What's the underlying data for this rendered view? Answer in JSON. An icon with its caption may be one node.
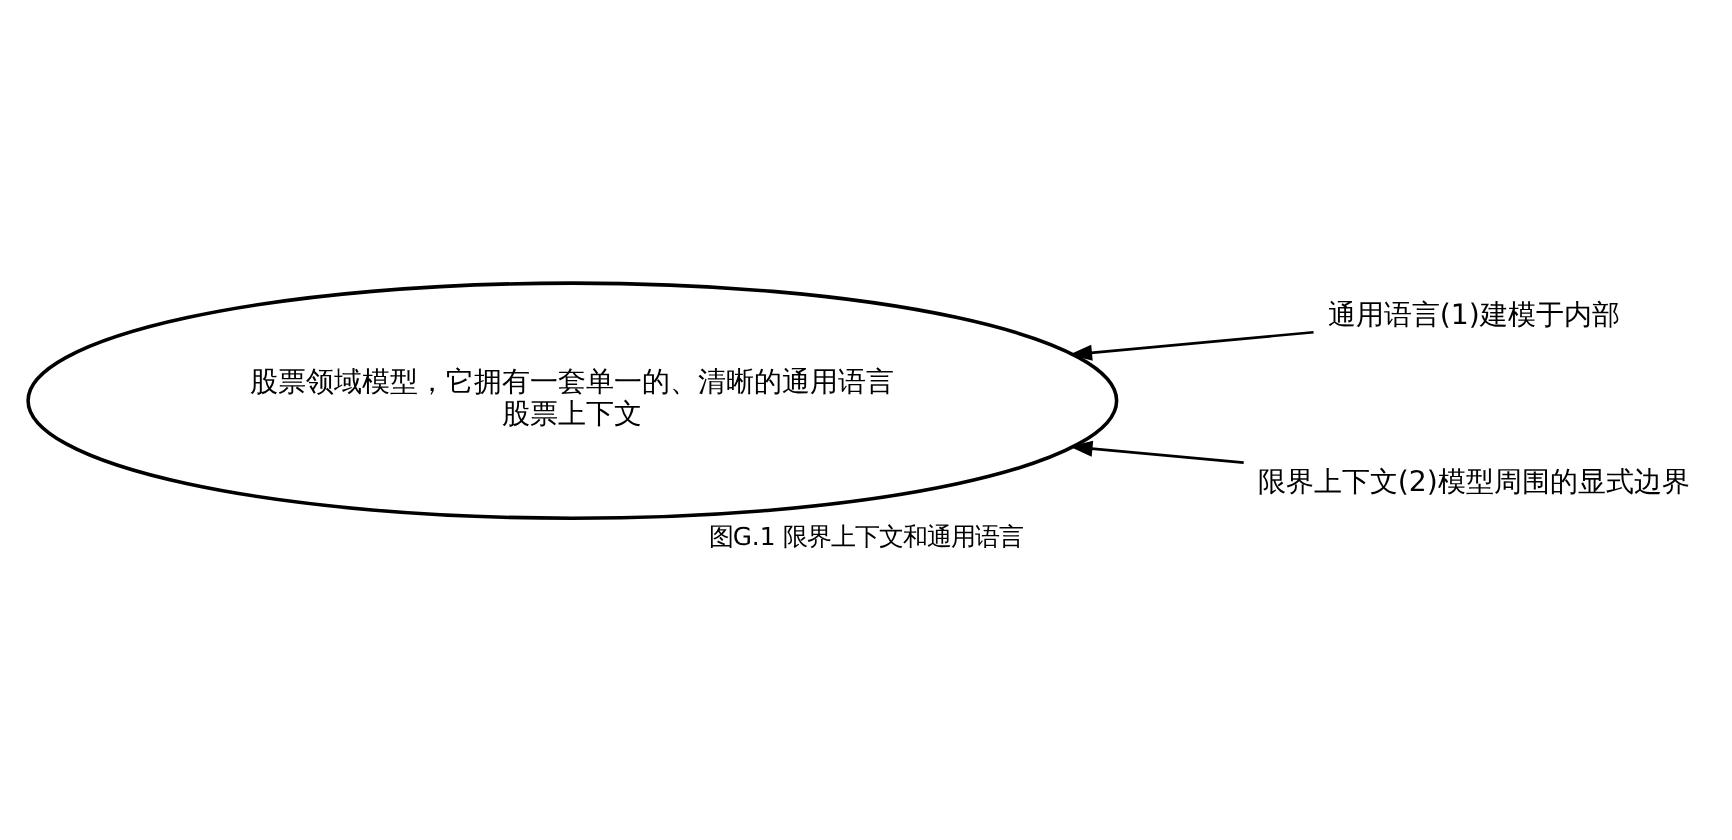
{
  "diagram": {
    "caption": "图G.1 限界上下文和通用语言",
    "nodes": [
      {
        "text": [
          "股票领域模型，它拥有一套单一的、清晰的通用语言",
          "股票上下文"
        ]
      },
      {
        "text": [
          "通用语言(1)建模于内部"
        ]
      },
      {
        "text": [
          "限界上下文(2)模型周围的显式边界"
        ]
      }
    ],
    "edges": [
      {
        "from": 1,
        "to": 0,
        "arrow": "to"
      },
      {
        "from": 2,
        "to": 0,
        "arrow": "to"
      }
    ]
  }
}
